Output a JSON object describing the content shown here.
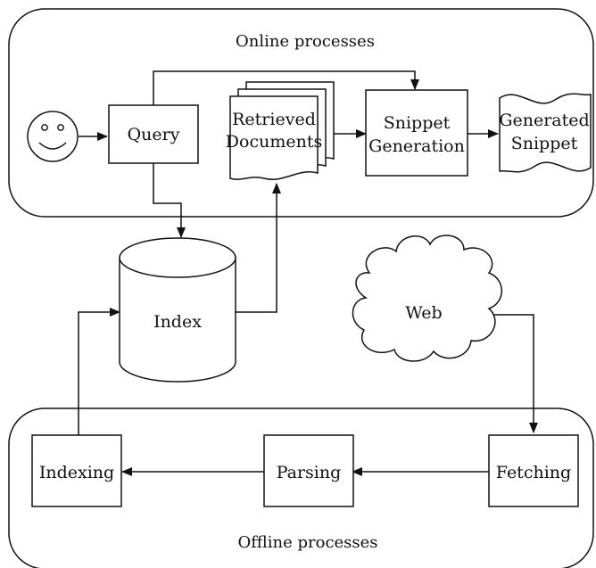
{
  "regions": {
    "online": "Online processes",
    "offline": "Offline processes"
  },
  "nodes": {
    "user": "smiley-face-icon",
    "query": "Query",
    "retrieved_line1": "Retrieved",
    "retrieved_line2": "Documents",
    "snippet_gen_line1": "Snippet",
    "snippet_gen_line2": "Generation",
    "generated_line1": "Generated",
    "generated_line2": "Snippet",
    "index": "Index",
    "web": "Web",
    "indexing": "Indexing",
    "parsing": "Parsing",
    "fetching": "Fetching"
  }
}
